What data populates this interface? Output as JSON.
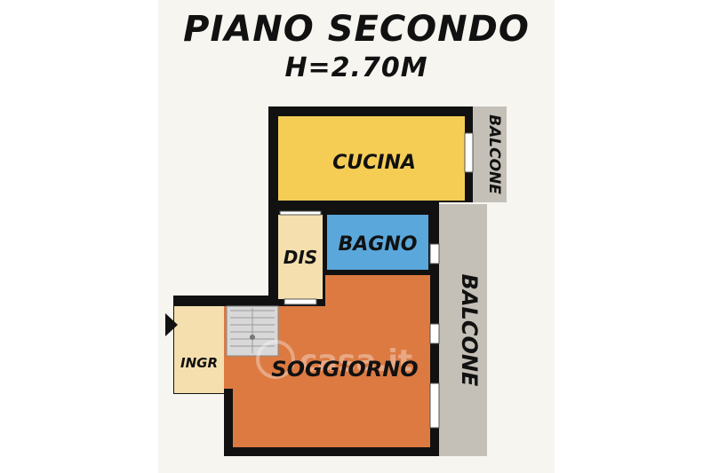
{
  "title": "PIANO SECONDO",
  "subtitle": "H=2.70M",
  "rooms": {
    "cucina": {
      "label": "CUCINA",
      "color": "#f5cd55"
    },
    "bagno": {
      "label": "BAGNO",
      "color": "#5aa7db"
    },
    "dis": {
      "label": "DIS",
      "color": "#f5dfae"
    },
    "soggiorno": {
      "label": "SOGGIORNO",
      "color": "#dc7a42"
    },
    "ingr": {
      "label": "INGR",
      "color": "#f5dfae"
    },
    "balcone_top": {
      "label": "BALCONE",
      "color": "#c4c0b8"
    },
    "balcone_right": {
      "label": "BALCONE",
      "color": "#c4c0b8"
    }
  },
  "watermark": "casa.it",
  "colors": {
    "wall": "#111111",
    "background": "#f6f5f0",
    "stair": "#d8d8d8"
  }
}
